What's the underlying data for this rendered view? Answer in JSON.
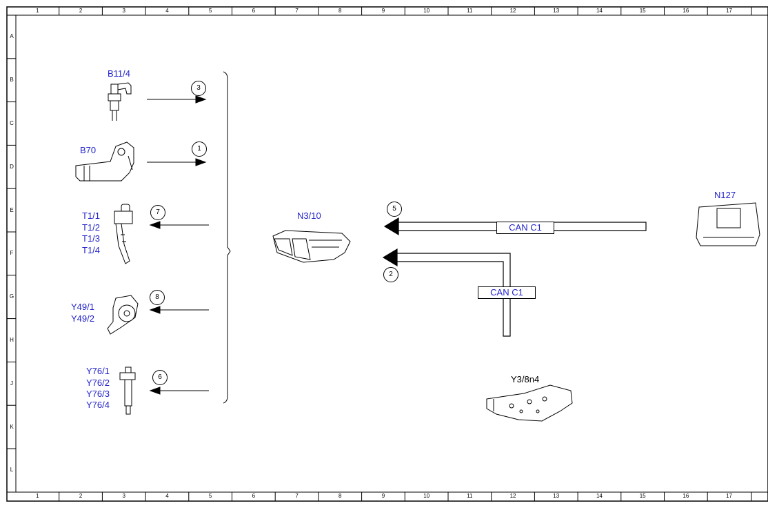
{
  "grid": {
    "columns": [
      "1",
      "2",
      "3",
      "4",
      "5",
      "6",
      "7",
      "8",
      "9",
      "10",
      "11",
      "12",
      "13",
      "14",
      "15",
      "16",
      "17"
    ],
    "rows": [
      "A",
      "B",
      "C",
      "D",
      "E",
      "F",
      "G",
      "H",
      "J",
      "K",
      "L"
    ]
  },
  "components": {
    "b11_4": "B11/4",
    "b70": "B70",
    "t1": [
      "T1/1",
      "T1/2",
      "T1/3",
      "T1/4"
    ],
    "y49": [
      "Y49/1",
      "Y49/2"
    ],
    "y76": [
      "Y76/1",
      "Y76/2",
      "Y76/3",
      "Y76/4"
    ],
    "n3_10": "N3/10",
    "n127": "N127",
    "y3_8n4": "Y3/8n4"
  },
  "signals": {
    "s1": "1",
    "s2": "2",
    "s3": "3",
    "s5": "5",
    "s6": "6",
    "s7": "7",
    "s8": "8"
  },
  "bus": {
    "upper": "CAN C1",
    "lower": "CAN C1"
  }
}
